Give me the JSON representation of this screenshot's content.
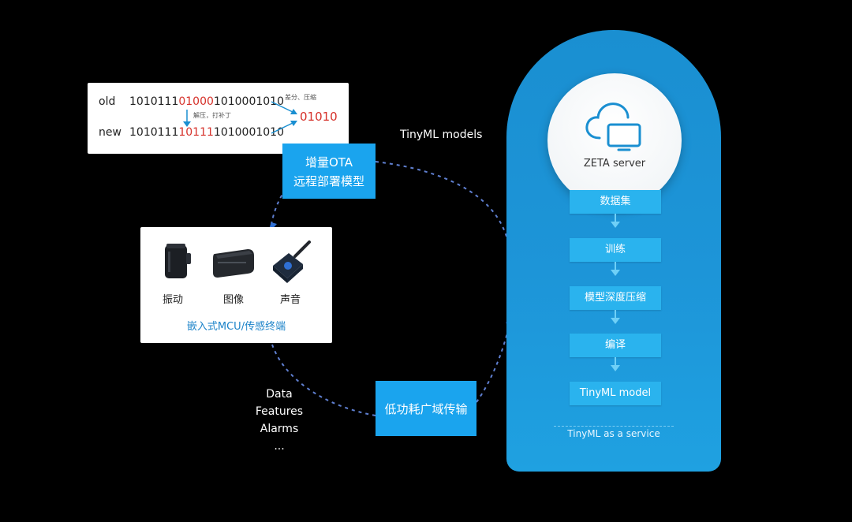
{
  "colors": {
    "panel_blue": "#1a8fd1",
    "step_blue": "#2ab3ee",
    "tag_blue": "#1aa4ee",
    "diff_red": "#d6322b",
    "caption_blue": "#1a82c8",
    "flow_dash": "#6f8fd6"
  },
  "ota": {
    "old_label": "old",
    "old_bits_a": "1010111",
    "old_bits_red": "01000",
    "old_bits_b": "1010001010",
    "new_label": "new",
    "new_bits_a": "1010111",
    "new_bits_red": "10111",
    "new_bits_b": "1010001010",
    "diff_note": "差分、压缩",
    "decompress_note": "解压，打补丁",
    "result": "01010"
  },
  "tags": {
    "ota_line1": "增量OTA",
    "ota_line2": "远程部署模型",
    "lpwan": "低功耗广域传输"
  },
  "flow": {
    "tinyml_models": "TinyML models",
    "data_items": [
      "Data",
      "Features",
      "Alarms",
      "..."
    ]
  },
  "devices": {
    "items": [
      {
        "label": "振动",
        "icon": "vibration-sensor-icon"
      },
      {
        "label": "图像",
        "icon": "camera-sensor-icon"
      },
      {
        "label": "声音",
        "icon": "sound-sensor-icon"
      }
    ],
    "caption": "嵌入式MCU/传感终端"
  },
  "server": {
    "icon": "cloud-computer-icon",
    "name": "ZETA server",
    "steps": [
      "数据集",
      "训练",
      "模型深度压缩",
      "编译",
      "TinyML model"
    ],
    "service_label": "TinyML as a service"
  }
}
